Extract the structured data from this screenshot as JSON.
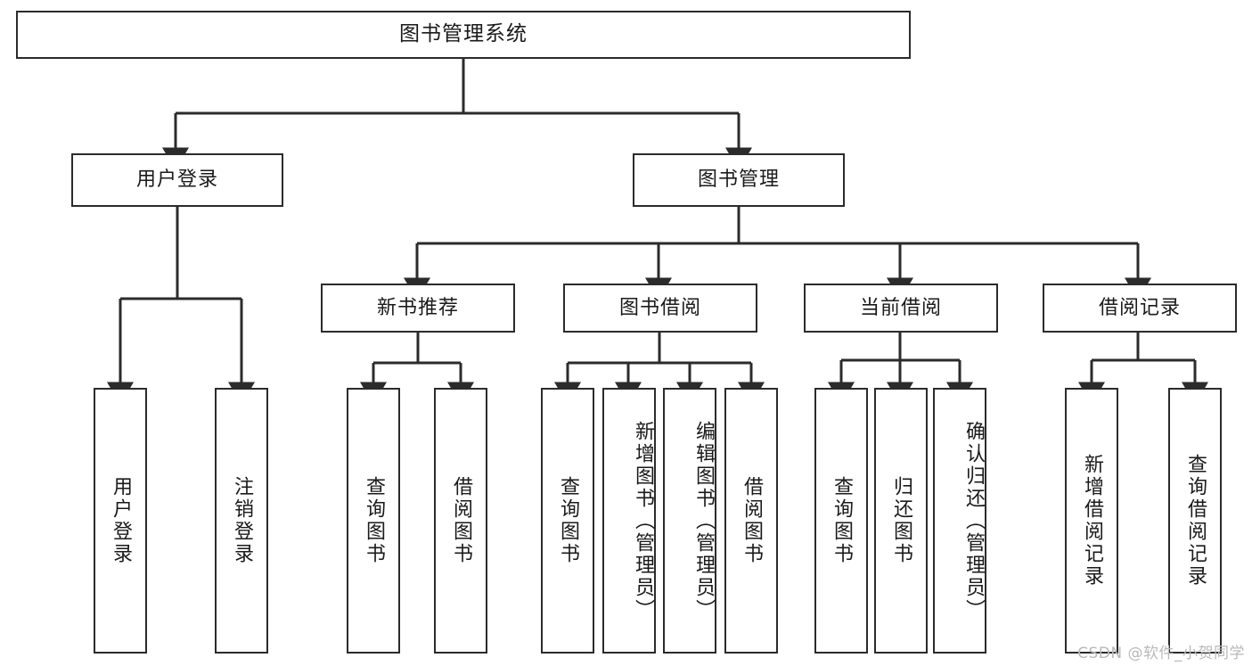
{
  "diagram": {
    "title": "图书管理系统",
    "watermark": "CSDN @软件_小贺同学",
    "line_color": "#2b2b2b",
    "box_fill": "#ffffff",
    "text_color": "#1a1a1a",
    "watermark_color": "#b9b9b9"
  },
  "nodes": {
    "root": {
      "label": "图书管理系统"
    },
    "level2": [
      {
        "label": "用户登录"
      },
      {
        "label": "图书管理"
      }
    ],
    "level3": [
      {
        "label": "新书推荐"
      },
      {
        "label": "图书借阅"
      },
      {
        "label": "当前借阅"
      },
      {
        "label": "借阅记录"
      }
    ],
    "leaves_user_login": [
      {
        "label": "用户登录"
      },
      {
        "label": "注销登录"
      }
    ],
    "leaves_new_book": [
      {
        "label": "查询图书"
      },
      {
        "label": "借阅图书"
      }
    ],
    "leaves_borrow": [
      {
        "label": "查询图书"
      },
      {
        "label": "新增图书（管理员）"
      },
      {
        "label": "编辑图书（管理员）"
      },
      {
        "label": "借阅图书"
      }
    ],
    "leaves_current": [
      {
        "label": "查询图书"
      },
      {
        "label": "归还图书"
      },
      {
        "label": "确认归还（管理员）"
      }
    ],
    "leaves_records": [
      {
        "label": "新增借阅记录"
      },
      {
        "label": "查询借阅记录"
      }
    ]
  }
}
